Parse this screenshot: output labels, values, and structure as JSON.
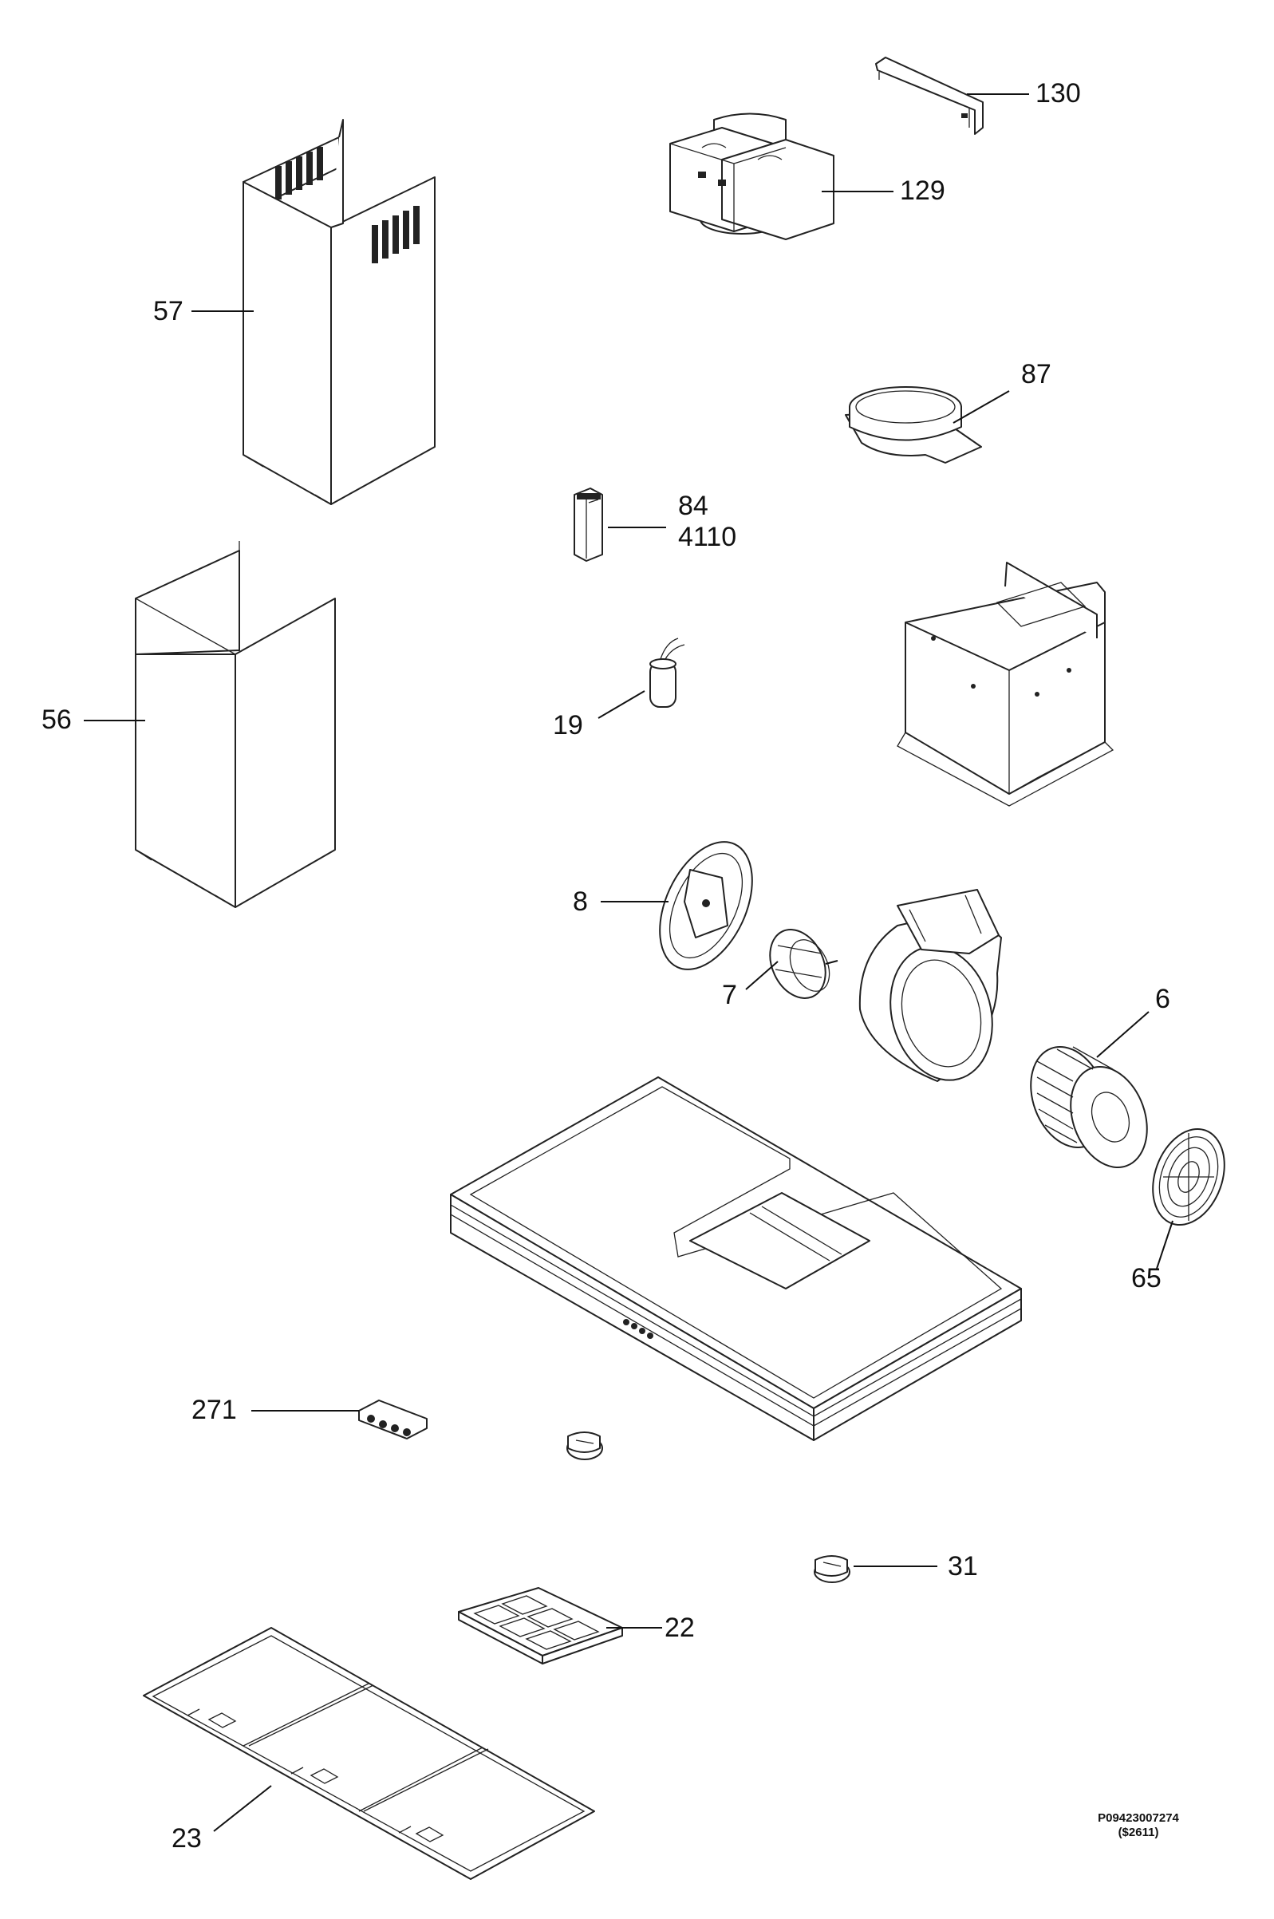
{
  "diagram": {
    "callouts": {
      "c130": "130",
      "c129": "129",
      "c57": "57",
      "c87": "87",
      "c84": "84",
      "c4110": "4110",
      "c19": "19",
      "c56": "56",
      "c8": "8",
      "c7": "7",
      "c6": "6",
      "c65": "65",
      "c271": "271",
      "c31": "31",
      "c22": "22",
      "c23": "23"
    },
    "drawing_code": "P09423007274",
    "drawing_code_sub": "($2611)"
  }
}
